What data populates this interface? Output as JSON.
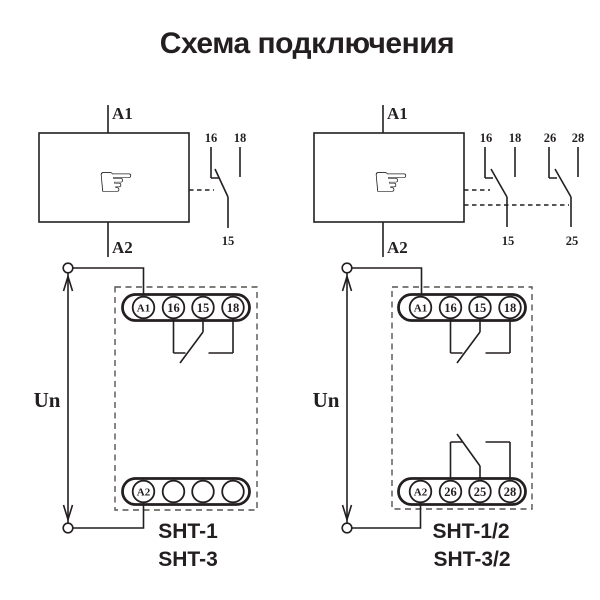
{
  "title": "Схема подключения",
  "colors": {
    "ink": "#231f20"
  },
  "icons": {
    "hand": "☞"
  },
  "left": {
    "coil": {
      "top": "A1",
      "bottom": "A2"
    },
    "contact": {
      "nc": "16",
      "no": "18",
      "com": "15"
    },
    "supply": "Un",
    "terminals_top": [
      "A1",
      "16",
      "15",
      "18"
    ],
    "terminals_bottom": [
      "A2"
    ],
    "models": [
      "SHT-1",
      "SHT-3"
    ]
  },
  "right": {
    "coil": {
      "top": "A1",
      "bottom": "A2"
    },
    "contact1": {
      "nc": "16",
      "no": "18",
      "com": "15"
    },
    "contact2": {
      "nc": "26",
      "no": "28",
      "com": "25"
    },
    "supply": "Un",
    "terminals_top": [
      "A1",
      "16",
      "15",
      "18"
    ],
    "terminals_bottom": [
      "A2",
      "26",
      "25",
      "28"
    ],
    "models": [
      "SHT-1/2",
      "SHT-3/2"
    ]
  }
}
